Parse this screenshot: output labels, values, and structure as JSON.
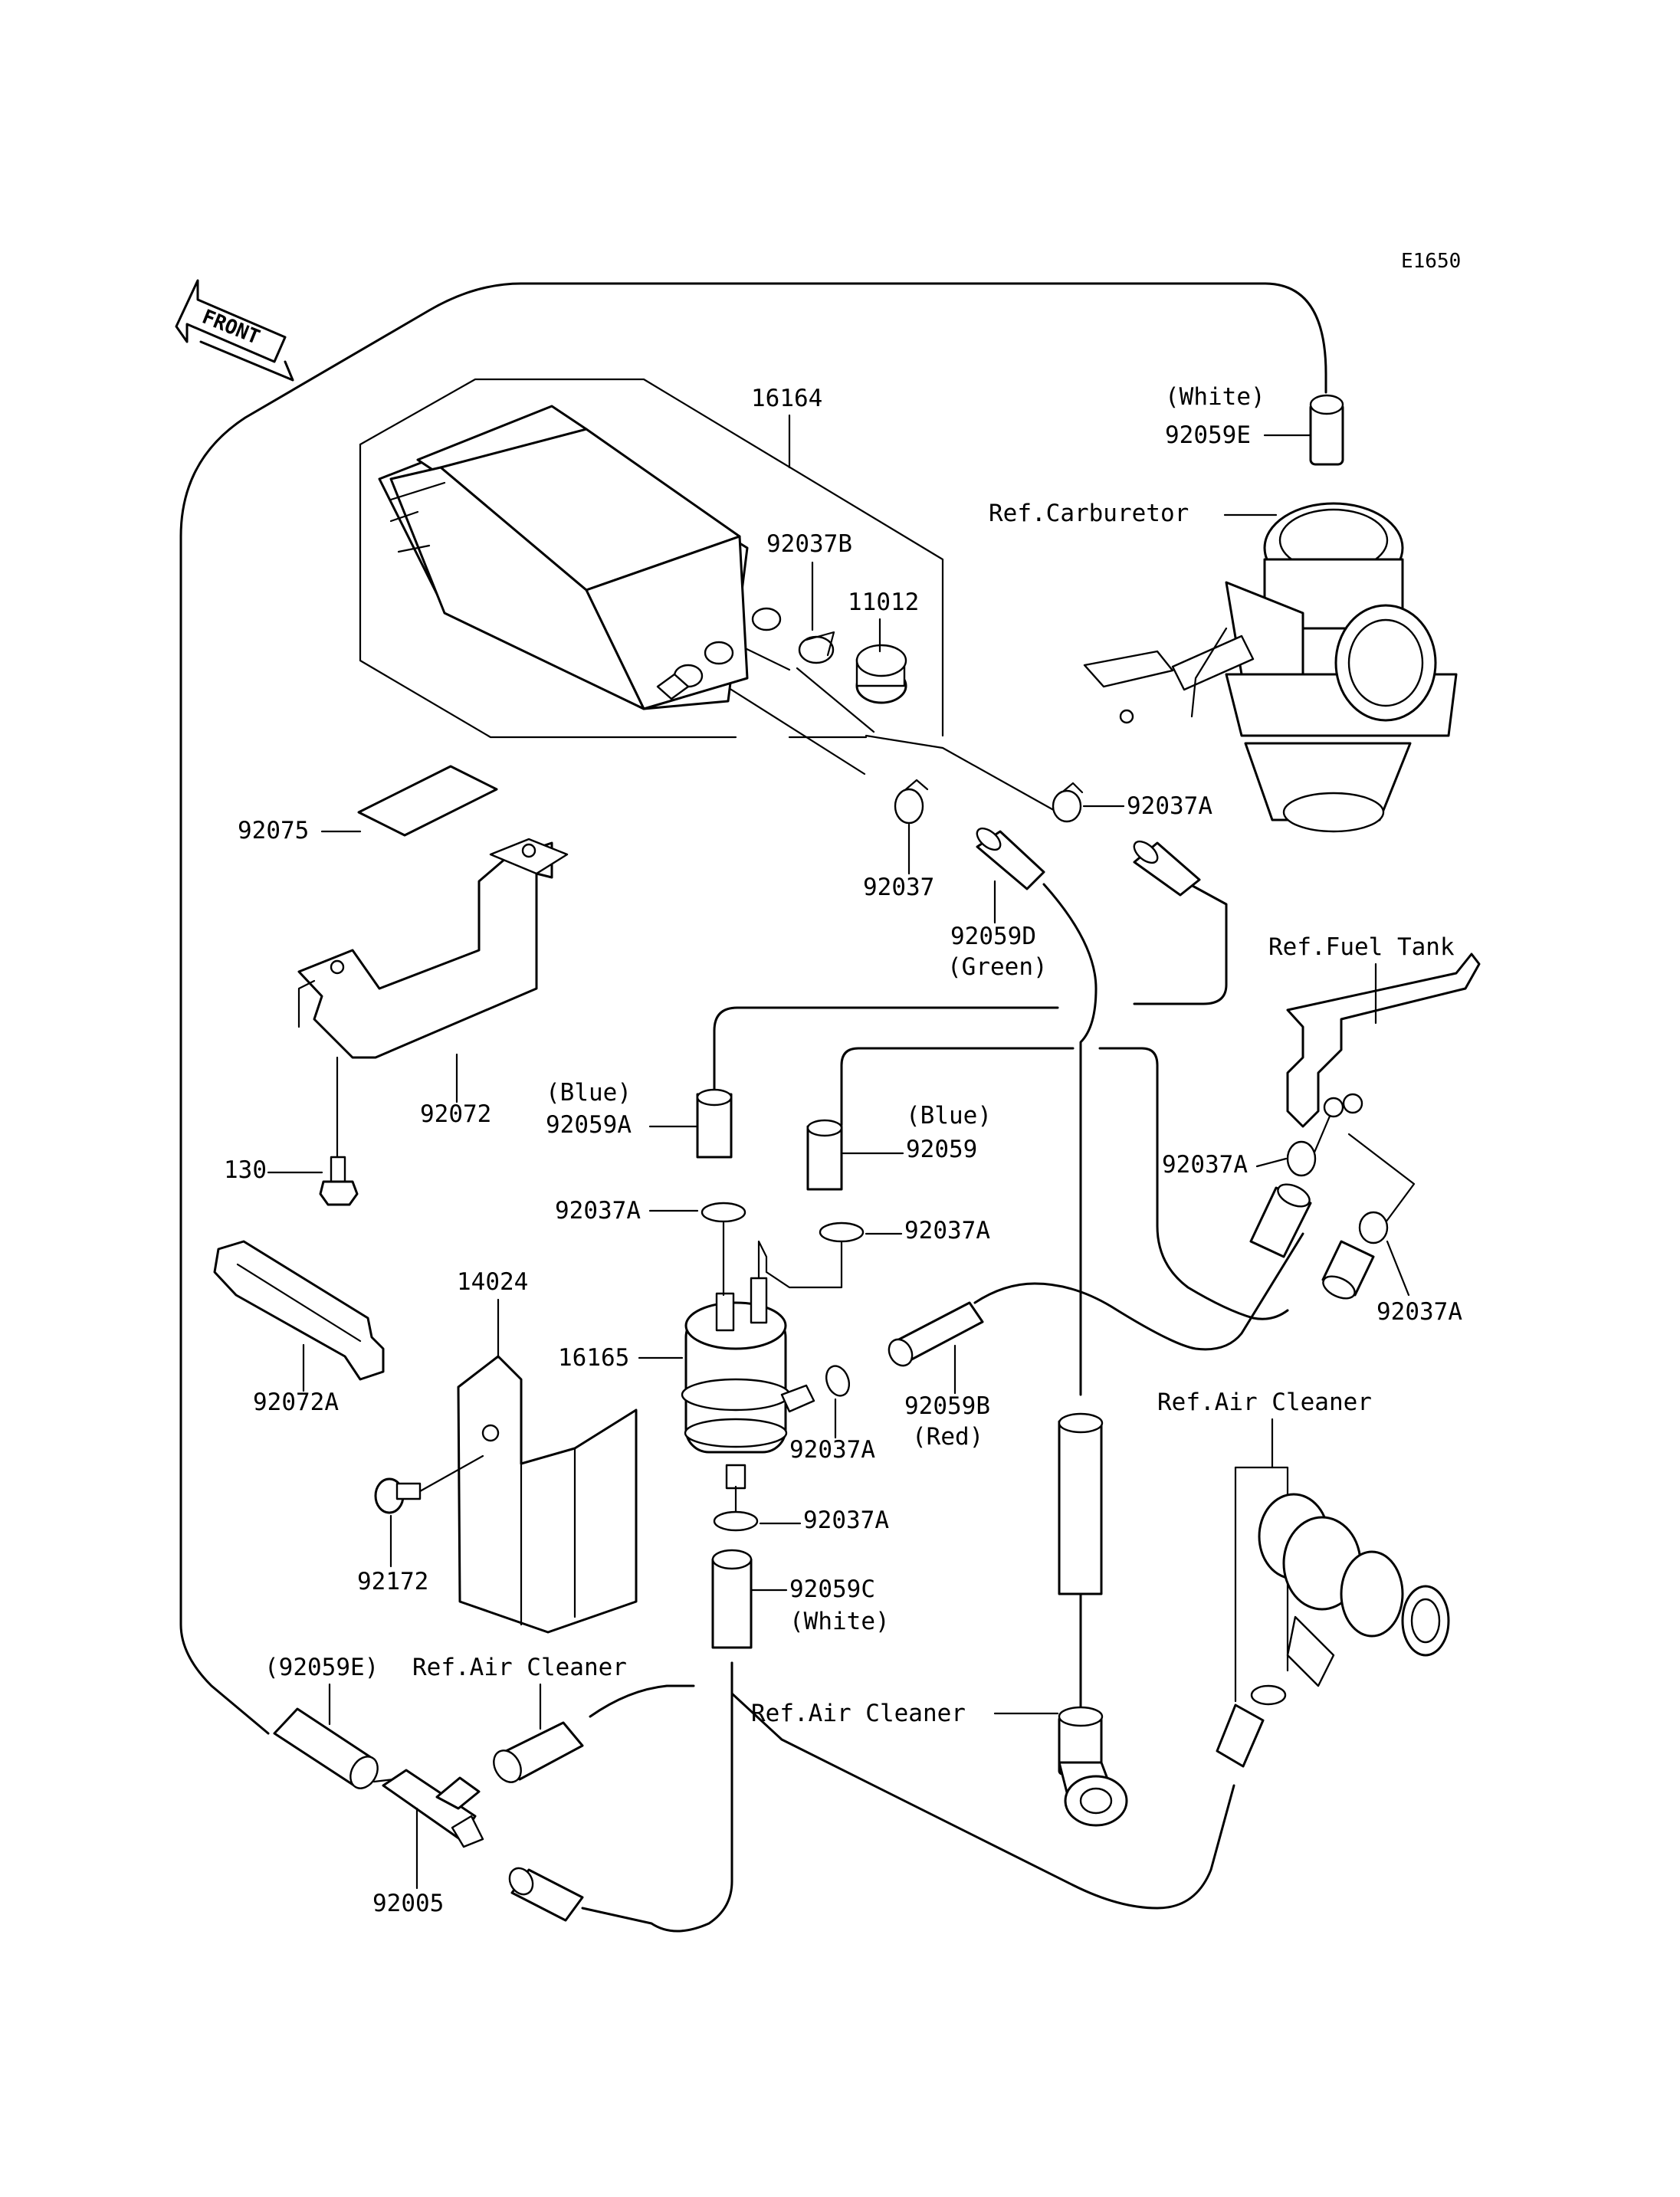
{
  "diagram_code": "E1650",
  "front_label": "FRONT",
  "labels": {
    "canister": "16164",
    "clamp_92037b": "92037B",
    "cap_11012": "11012",
    "sticker": "92075",
    "bracket": "92072",
    "bolt": "130",
    "band": "92072A",
    "cover": "14024",
    "screw": "92172",
    "separator": "16165",
    "tee": "92005",
    "hose_e_paren": "(92059E)",
    "hose_e": "92059E",
    "hose_e_color": "(White)",
    "hose_d": "92059D",
    "hose_d_color": "(Green)",
    "hose_a": "92059A",
    "hose_a_color": "(Blue)",
    "hose_plain": "92059",
    "hose_plain_color": "(Blue)",
    "hose_b": "92059B",
    "hose_b_color": "(Red)",
    "hose_c": "92059C",
    "hose_c_color": "(White)",
    "clamp_92037": "92037",
    "clamp_a_1": "92037A",
    "clamp_a_2": "92037A",
    "clamp_a_3": "92037A",
    "clamp_a_4": "92037A",
    "clamp_a_5": "92037A",
    "clamp_a_6": "92037A",
    "clamp_a_7": "92037A",
    "ref_carburetor": "Ref.Carburetor",
    "ref_fuel_tank": "Ref.Fuel Tank",
    "ref_air_cleaner_1": "Ref.Air Cleaner",
    "ref_air_cleaner_2": "Ref.Air Cleaner",
    "ref_air_cleaner_3": "Ref.Air Cleaner"
  }
}
